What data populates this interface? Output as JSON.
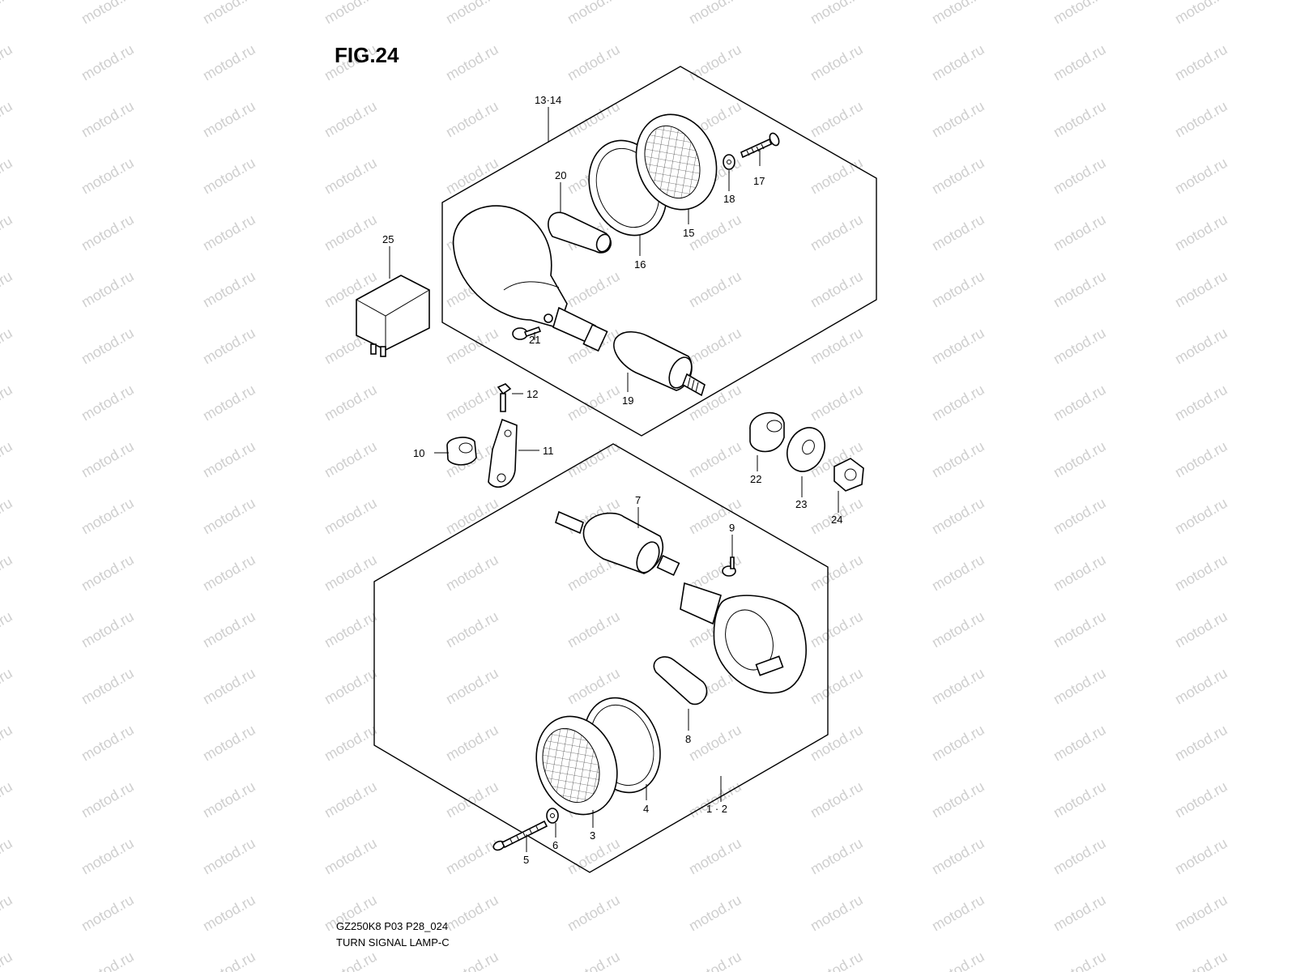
{
  "figure": {
    "title": "FIG.24",
    "code": "GZ250K8 P03 P28_024",
    "caption": "TURN SIGNAL LAMP-C"
  },
  "watermark": {
    "text": "motod.ru"
  },
  "callouts": [
    {
      "id": "c-13-14",
      "label": "13·14"
    },
    {
      "id": "c-20",
      "label": "20"
    },
    {
      "id": "c-17",
      "label": "17"
    },
    {
      "id": "c-18",
      "label": "18"
    },
    {
      "id": "c-15",
      "label": "15"
    },
    {
      "id": "c-16",
      "label": "16"
    },
    {
      "id": "c-25",
      "label": "25"
    },
    {
      "id": "c-21",
      "label": "21"
    },
    {
      "id": "c-19",
      "label": "19"
    },
    {
      "id": "c-12",
      "label": "12"
    },
    {
      "id": "c-11",
      "label": "11"
    },
    {
      "id": "c-10",
      "label": "10"
    },
    {
      "id": "c-22",
      "label": "22"
    },
    {
      "id": "c-23",
      "label": "23"
    },
    {
      "id": "c-24",
      "label": "24"
    },
    {
      "id": "c-7",
      "label": "7"
    },
    {
      "id": "c-9",
      "label": "9"
    },
    {
      "id": "c-8",
      "label": "8"
    },
    {
      "id": "c-1-2",
      "label": "1 · 2"
    },
    {
      "id": "c-4",
      "label": "4"
    },
    {
      "id": "c-3",
      "label": "3"
    },
    {
      "id": "c-6",
      "label": "6"
    },
    {
      "id": "c-5",
      "label": "5"
    }
  ]
}
